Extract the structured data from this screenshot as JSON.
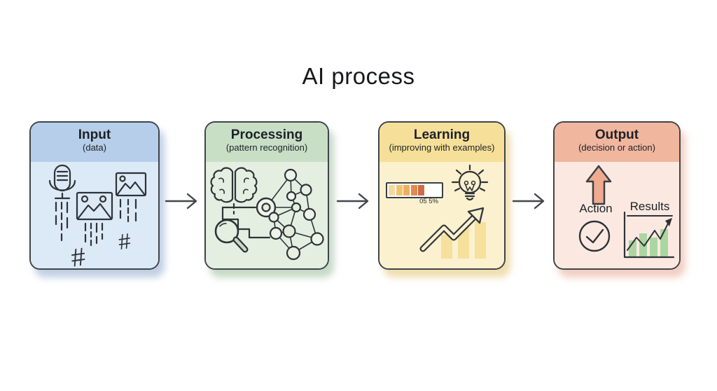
{
  "title": "AI process",
  "background_color": "#ffffff",
  "card_border_color": "#3f444a",
  "ink_color": "#2e3338",
  "flow_arrow_color": "#42464c",
  "stages": [
    {
      "title": "Input",
      "subtitle": "(data)",
      "header_color": "#b6cee9",
      "body_color": "#dce9f6",
      "shadow_color": "rgba(150,175,210,0.6)",
      "icons": [
        "microphone-icon",
        "image-icon",
        "image-icon",
        "hash-symbol",
        "hash-symbol",
        "data-stream-dashes"
      ]
    },
    {
      "title": "Processing",
      "subtitle": "(pattern recognition)",
      "header_color": "#c8dfc6",
      "body_color": "#e4efe1",
      "shadow_color": "rgba(150,185,150,0.55)",
      "icons": [
        "brain-icon",
        "magnifier-icon",
        "network-graph-icon",
        "step-connector"
      ]
    },
    {
      "title": "Learning",
      "subtitle": "(improving with examples)",
      "header_color": "#f6e099",
      "body_color": "#fbf1cf",
      "shadow_color": "rgba(225,195,110,0.55)",
      "icons": [
        "progress-bar",
        "lightbulb-icon",
        "growth-arrow-icon",
        "bar-chart-bars"
      ]
    },
    {
      "title": "Output",
      "subtitle": "(decision or action)",
      "header_color": "#f1b69e",
      "body_color": "#fbe9e1",
      "shadow_color": "rgba(230,160,135,0.5)",
      "icons": [
        "up-arrow-icon",
        "check-circle-icon",
        "results-chart-icon"
      ]
    }
  ],
  "learning": {
    "progress_label": "05 5%",
    "progress_segment_colors": [
      "#f2d9a2",
      "#eec46e",
      "#efae5c",
      "#e28a52",
      "#cf6b48"
    ],
    "bars_color": "#f4da8c"
  },
  "output": {
    "action_label": "Action",
    "results_label": "Results",
    "arrow_fill_color": "#efab8f",
    "chart_bar_color": "#a3d49c"
  }
}
